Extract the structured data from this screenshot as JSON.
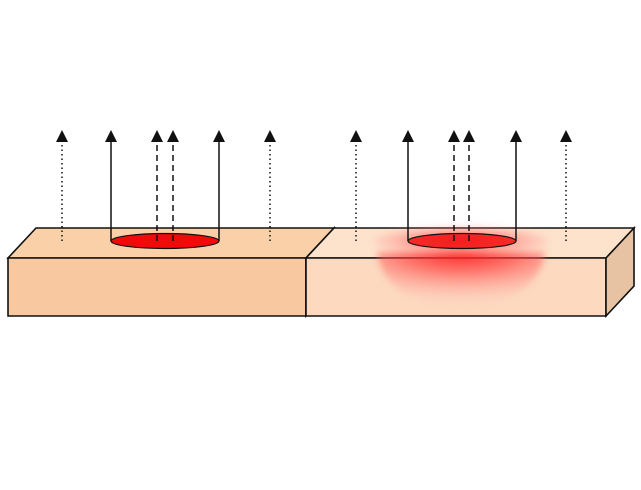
{
  "diagram": {
    "colors": {
      "background": "#ffffff",
      "slab_top": "#f9d0a8",
      "slab_front": "#f8c8a0",
      "slab_side": "#efbf96",
      "slab_translucent_top": "#fde2cc",
      "slab_translucent_front": "#fcd9bf",
      "slab_translucent_side": "#e7c3a3",
      "outline": "#111111",
      "surface_spot": "#f10a0a",
      "subsurface_glow": "#ff2a2a",
      "arrow": "#111111"
    },
    "panels": [
      {
        "name": "opaque-slab",
        "spot": "surface-only",
        "arrows": [
          "dotted",
          "solid",
          "dashed",
          "dashed",
          "solid",
          "dotted"
        ]
      },
      {
        "name": "translucent-slab",
        "spot": "subsurface-scattering",
        "arrows": [
          "dotted",
          "solid",
          "dashed",
          "dashed",
          "solid",
          "dotted"
        ]
      }
    ]
  }
}
